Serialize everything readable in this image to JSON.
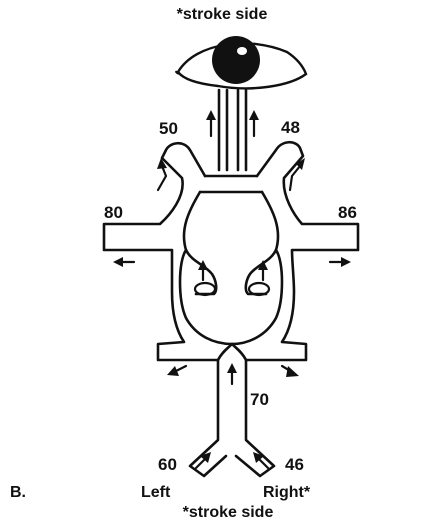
{
  "labels": {
    "top_caption": "*stroke side",
    "bottom_caption": "*stroke side",
    "panel_letter": "B.",
    "left": "Left",
    "right": "Right*"
  },
  "values": {
    "upper_left": "50",
    "upper_right": "48",
    "middle_left": "80",
    "middle_right": "86",
    "trunk": "70",
    "lower_left": "60",
    "lower_right": "46"
  },
  "colors": {
    "ink": "#111111",
    "background": "#ffffff"
  },
  "icons": {
    "eye": "eye-icon",
    "flow": "arrow-icon"
  }
}
